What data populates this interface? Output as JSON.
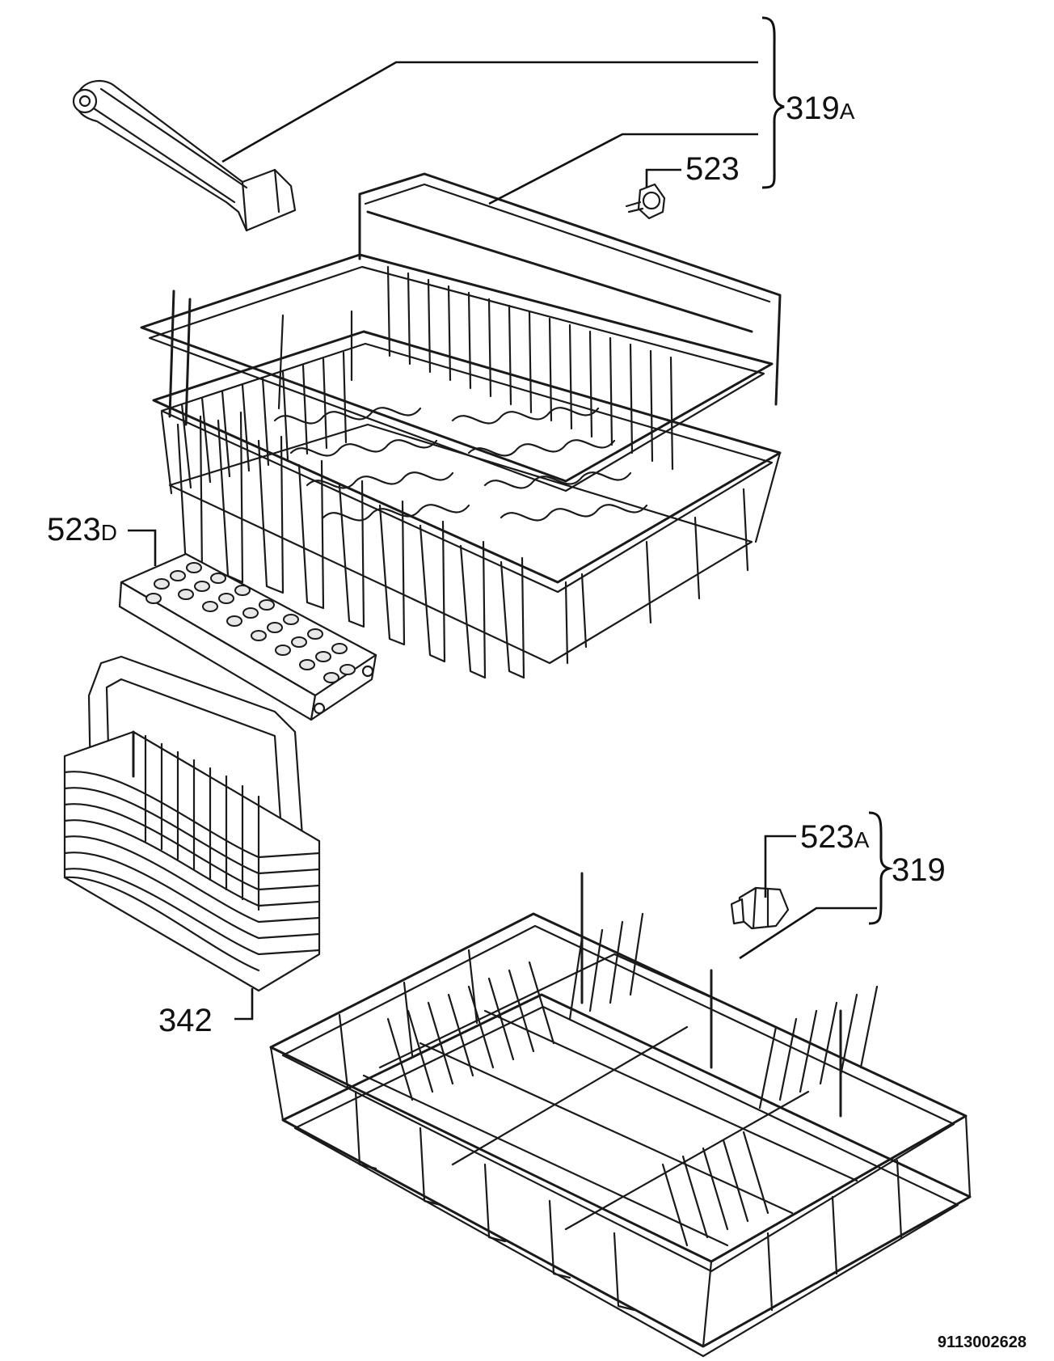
{
  "labels": {
    "upper_basket_assembly": {
      "main": "319",
      "suffix": "A"
    },
    "wheel": {
      "main": "523",
      "suffix": ""
    },
    "cutlery_holder": {
      "main": "523",
      "suffix": "D"
    },
    "cutlery_basket": {
      "main": "342",
      "suffix": ""
    },
    "lower_wheel": {
      "main": "523",
      "suffix": "A"
    },
    "lower_basket_assembly": {
      "main": "319",
      "suffix": ""
    }
  },
  "document_number": "9113002628"
}
